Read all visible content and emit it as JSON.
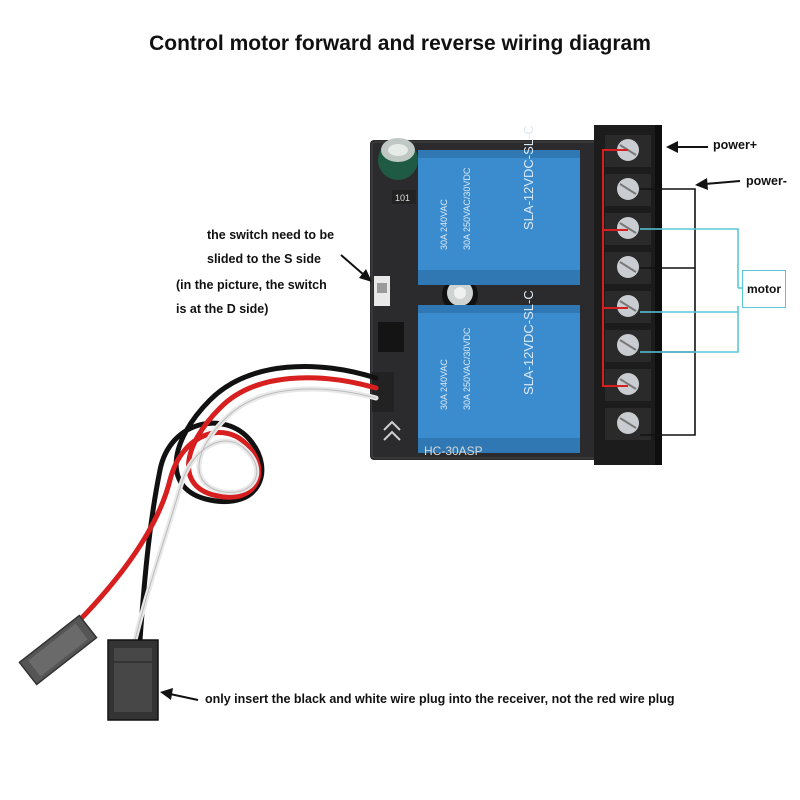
{
  "title": "Control motor forward and reverse wiring diagram",
  "labels": {
    "power_plus": "power+",
    "power_minus": "power-",
    "motor": "motor",
    "switch_note": [
      "the switch need to be",
      "slided to the S side",
      "(in the picture, the switch",
      "is at the D side)"
    ],
    "plug_note": "only insert the black and white wire plug into the receiver, not the red wire plug"
  },
  "board": {
    "model": "HC-30ASP",
    "relay_marking": "SLA-12VDC-SL-C",
    "relay_rating_lines": [
      "30A  250VAC/30VDC",
      "30A  240VAC"
    ],
    "resistor_code": "101"
  },
  "colors": {
    "board": "#2b2b2d",
    "relay": "#3a8ccf",
    "terminal": "#1c1c1c",
    "screw": "#c9ccd1",
    "wire_red": "#d81f1f",
    "wire_black": "#111111",
    "wire_cyan": "#58c8d8"
  }
}
